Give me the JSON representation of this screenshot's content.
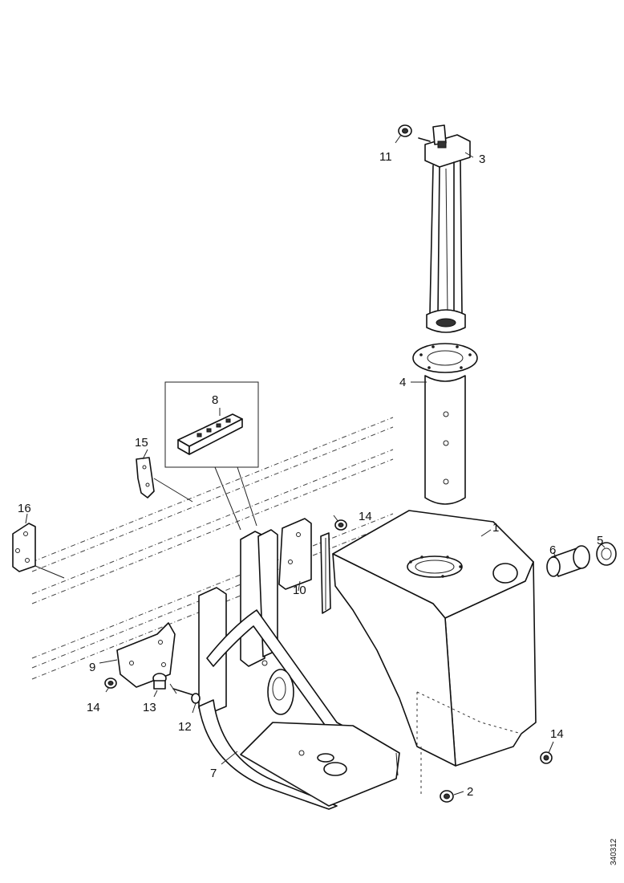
{
  "figure_code": "340312",
  "callouts": {
    "c1": "1",
    "c2": "2",
    "c3": "3",
    "c4": "4",
    "c5": "5",
    "c6": "6",
    "c7": "7",
    "c8": "8",
    "c9": "9",
    "c10": "10",
    "c11": "11",
    "c12": "12",
    "c13": "13",
    "c14a": "14",
    "c14b": "14",
    "c14c": "14",
    "c15": "15",
    "c16": "16"
  }
}
